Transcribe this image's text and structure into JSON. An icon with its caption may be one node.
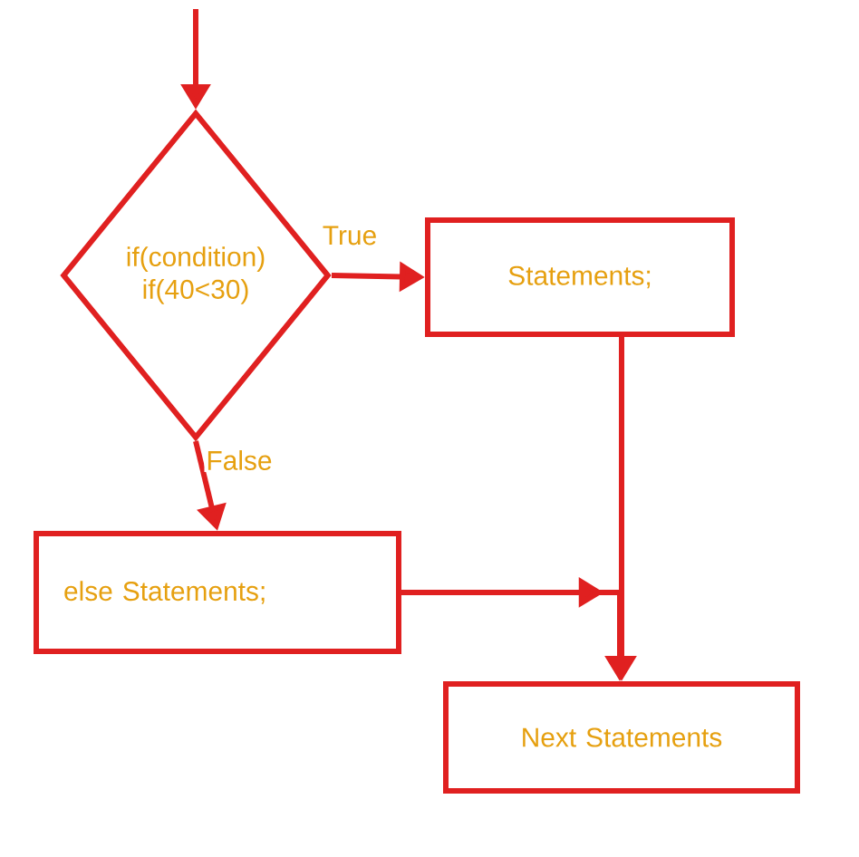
{
  "diagram": {
    "nodes": [
      {
        "text": [
          "if(condition)",
          "if(40<30)"
        ]
      },
      {
        "text": [
          "Statements;"
        ]
      },
      {
        "text": [
          "else Statements;"
        ]
      },
      {
        "text": [
          "Next Statements"
        ]
      }
    ],
    "edges": [
      {
        "from": null,
        "to": 0,
        "arrow": "to"
      },
      {
        "from": 0,
        "to": 1,
        "arrow": "to",
        "label": "True"
      },
      {
        "from": 0,
        "to": 2,
        "arrow": "to",
        "label": "False"
      },
      {
        "from": 1,
        "to": 3,
        "arrow": "to"
      },
      {
        "from": 2,
        "to": 3,
        "arrow": "to"
      }
    ]
  }
}
